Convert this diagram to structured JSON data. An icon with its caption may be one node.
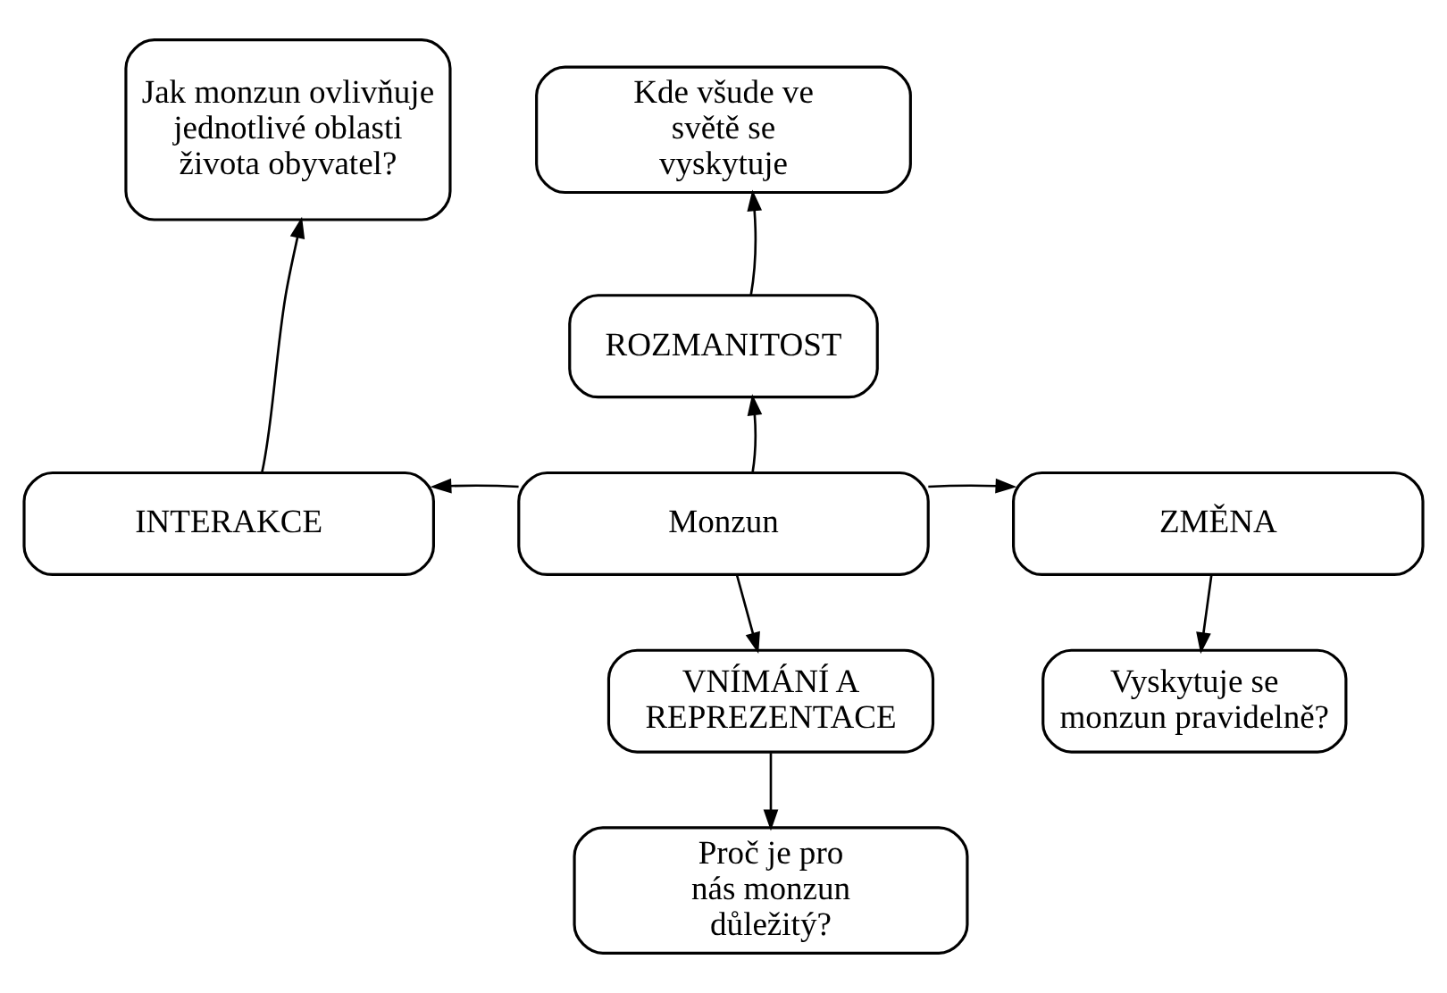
{
  "diagram": {
    "nodes": [
      {
        "text": [
          "Monzun"
        ]
      },
      {
        "text": [
          "ROZMANITOST"
        ]
      },
      {
        "text": [
          "Kde všude ve světě se vyskytuje"
        ]
      },
      {
        "text": [
          "INTERAKCE"
        ]
      },
      {
        "text": [
          "Jak monzun ovlivňuje jednotlivé oblasti života obyvatel?"
        ]
      },
      {
        "text": [
          "ZMĚNA"
        ]
      },
      {
        "text": [
          "Vyskytuje se monzun pravidelně?"
        ]
      },
      {
        "text": [
          "VNÍMÁNÍ A REPREZENTACE"
        ]
      },
      {
        "text": [
          "Proč je pro nás monzun důležitý?"
        ]
      }
    ],
    "edges": [
      {
        "from": 0,
        "to": 1,
        "arrow": "to"
      },
      {
        "from": 1,
        "to": 2,
        "arrow": "to"
      },
      {
        "from": 0,
        "to": 3,
        "arrow": "to"
      },
      {
        "from": 3,
        "to": 4,
        "arrow": "to"
      },
      {
        "from": 0,
        "to": 5,
        "arrow": "to"
      },
      {
        "from": 5,
        "to": 6,
        "arrow": "to"
      },
      {
        "from": 0,
        "to": 7,
        "arrow": "to"
      },
      {
        "from": 7,
        "to": 8,
        "arrow": "to"
      }
    ]
  }
}
